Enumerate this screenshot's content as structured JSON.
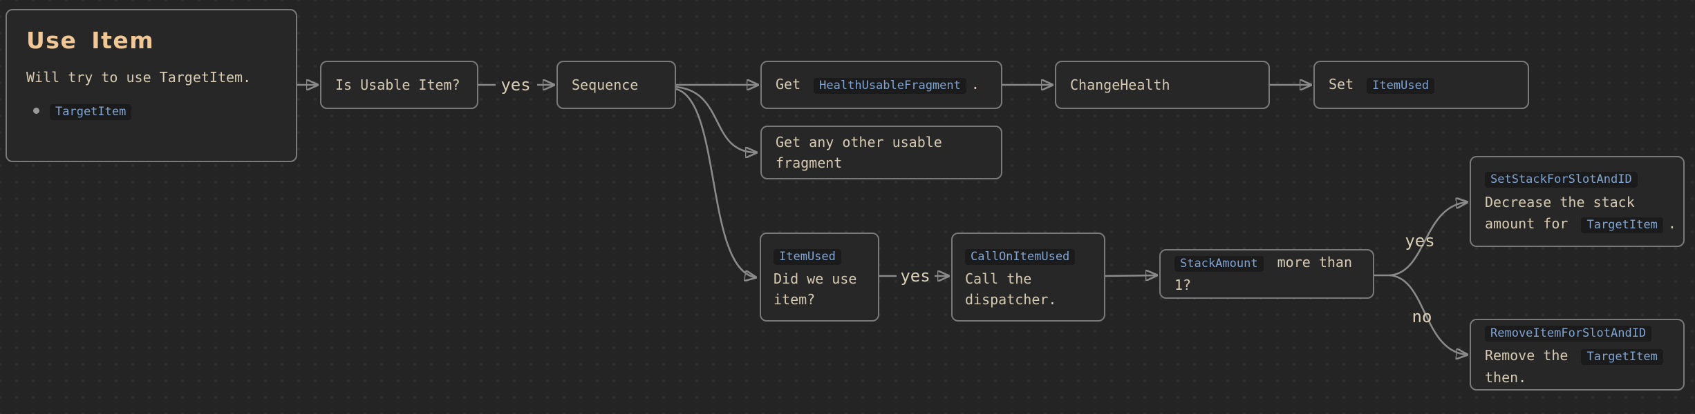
{
  "canvas": {
    "background_color": "#242424",
    "dot_grid_color": "#2e2e2e",
    "edge_color": "#8a8a8a",
    "node_border_color": "#7a7a7a",
    "node_fill_color": "#272727",
    "text_color": "#d6cbb2",
    "heading_color": "#f0c795",
    "code_text_color": "#80a5d4",
    "code_bg_color": "#1b1b1b"
  },
  "use_item_card": {
    "title": "Use Item",
    "description": "Will try to use TargetItem.",
    "bullet_chip": "TargetItem"
  },
  "nodes": {
    "is_usable": {
      "label": "Is Usable Item?"
    },
    "sequence": {
      "label": "Sequence"
    },
    "get_health": {
      "prefix": "Get",
      "chip": "HealthUsableFragment",
      "suffix": "."
    },
    "change_health": {
      "label": "ChangeHealth"
    },
    "set_item_used": {
      "prefix": "Set",
      "chip": "ItemUsed"
    },
    "get_any_other": {
      "line1": "Get any other usable",
      "line2": "fragment"
    },
    "item_used": {
      "chip": "ItemUsed",
      "line1": "Did we use",
      "line2": "item?"
    },
    "call_on_item_used": {
      "chip": "CallOnItemUsed",
      "line1": "Call the",
      "line2": "dispatcher."
    },
    "stack_amount": {
      "chip": "StackAmount",
      "after_chip": "more than",
      "line2": "1?"
    },
    "set_stack": {
      "chip": "SetStackForSlotAndID",
      "line1": "Decrease the stack",
      "line2_prefix": "amount for",
      "line2_chip": "TargetItem",
      "line2_suffix": "."
    },
    "remove_item": {
      "chip": "RemoveItemForSlotAndID",
      "line1_prefix": "Remove the",
      "line1_chip": "TargetItem",
      "line2": "then."
    }
  },
  "edge_labels": {
    "yes1": "yes",
    "yes2": "yes",
    "yes3": "yes",
    "no1": "no"
  }
}
